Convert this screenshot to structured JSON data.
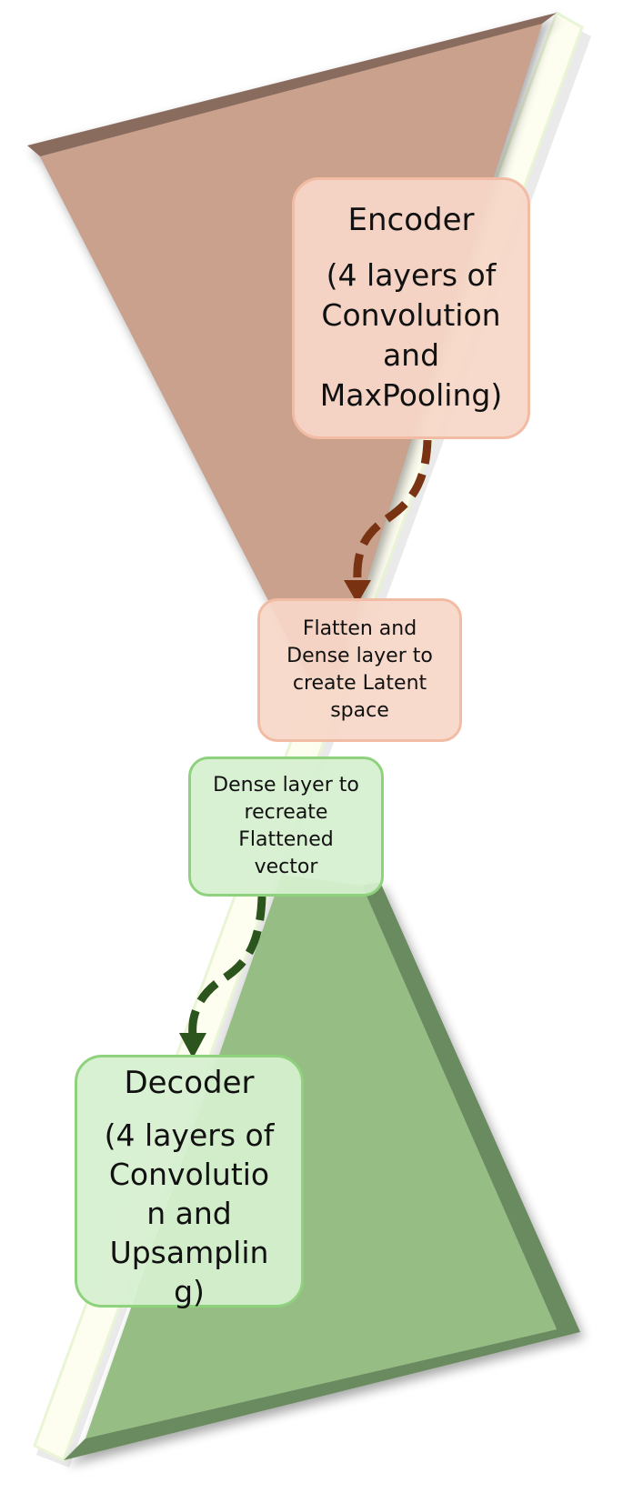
{
  "colors": {
    "encoder_fill": "#c9a18c",
    "encoder_edge": "#8a6c5e",
    "decoder_fill": "#96be84",
    "decoder_edge": "#6a8a5e",
    "band_fill": "#fdfdf0",
    "band_edge": "#e9f5d6",
    "arrow_encoder": "#7a3312",
    "arrow_decoder": "#2b551c"
  },
  "encoder": {
    "title": "Encoder",
    "lines": [
      "(4 layers of",
      "Convolution",
      "and",
      "MaxPooling)"
    ]
  },
  "latent": {
    "lines": [
      "Flatten and",
      "Dense layer to",
      "create Latent",
      "space"
    ]
  },
  "dense": {
    "lines": [
      "Dense layer to",
      "recreate",
      "Flattened",
      "vector"
    ]
  },
  "decoder": {
    "title": "Decoder",
    "lines": [
      "(4 layers of",
      "Convolutio",
      "n and",
      "Upsamplin",
      "g)"
    ]
  }
}
